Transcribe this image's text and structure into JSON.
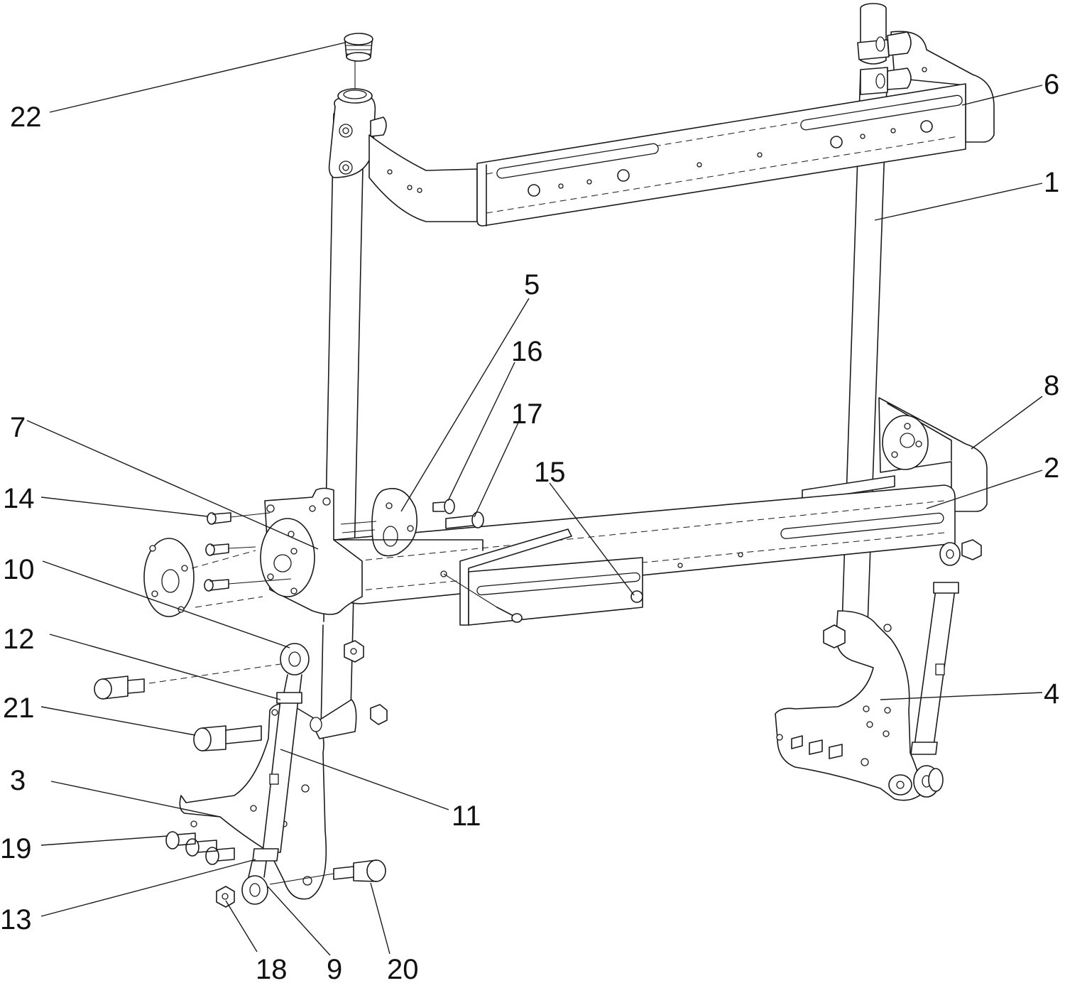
{
  "callouts": [
    {
      "id": "p1",
      "text": "1"
    },
    {
      "id": "p2",
      "text": "2"
    },
    {
      "id": "p3",
      "text": "3"
    },
    {
      "id": "p4",
      "text": "4"
    },
    {
      "id": "p5",
      "text": "5"
    },
    {
      "id": "p6",
      "text": "6"
    },
    {
      "id": "p7",
      "text": "7"
    },
    {
      "id": "p8",
      "text": "8"
    },
    {
      "id": "p9",
      "text": "9"
    },
    {
      "id": "p10",
      "text": "10"
    },
    {
      "id": "p11",
      "text": "11"
    },
    {
      "id": "p12",
      "text": "12"
    },
    {
      "id": "p13",
      "text": "13"
    },
    {
      "id": "p14",
      "text": "14"
    },
    {
      "id": "p15",
      "text": "15"
    },
    {
      "id": "p16",
      "text": "16"
    },
    {
      "id": "p17",
      "text": "17"
    },
    {
      "id": "p18",
      "text": "18"
    },
    {
      "id": "p19",
      "text": "19"
    },
    {
      "id": "p20",
      "text": "20"
    },
    {
      "id": "p21",
      "text": "21"
    },
    {
      "id": "p22",
      "text": "22"
    }
  ]
}
